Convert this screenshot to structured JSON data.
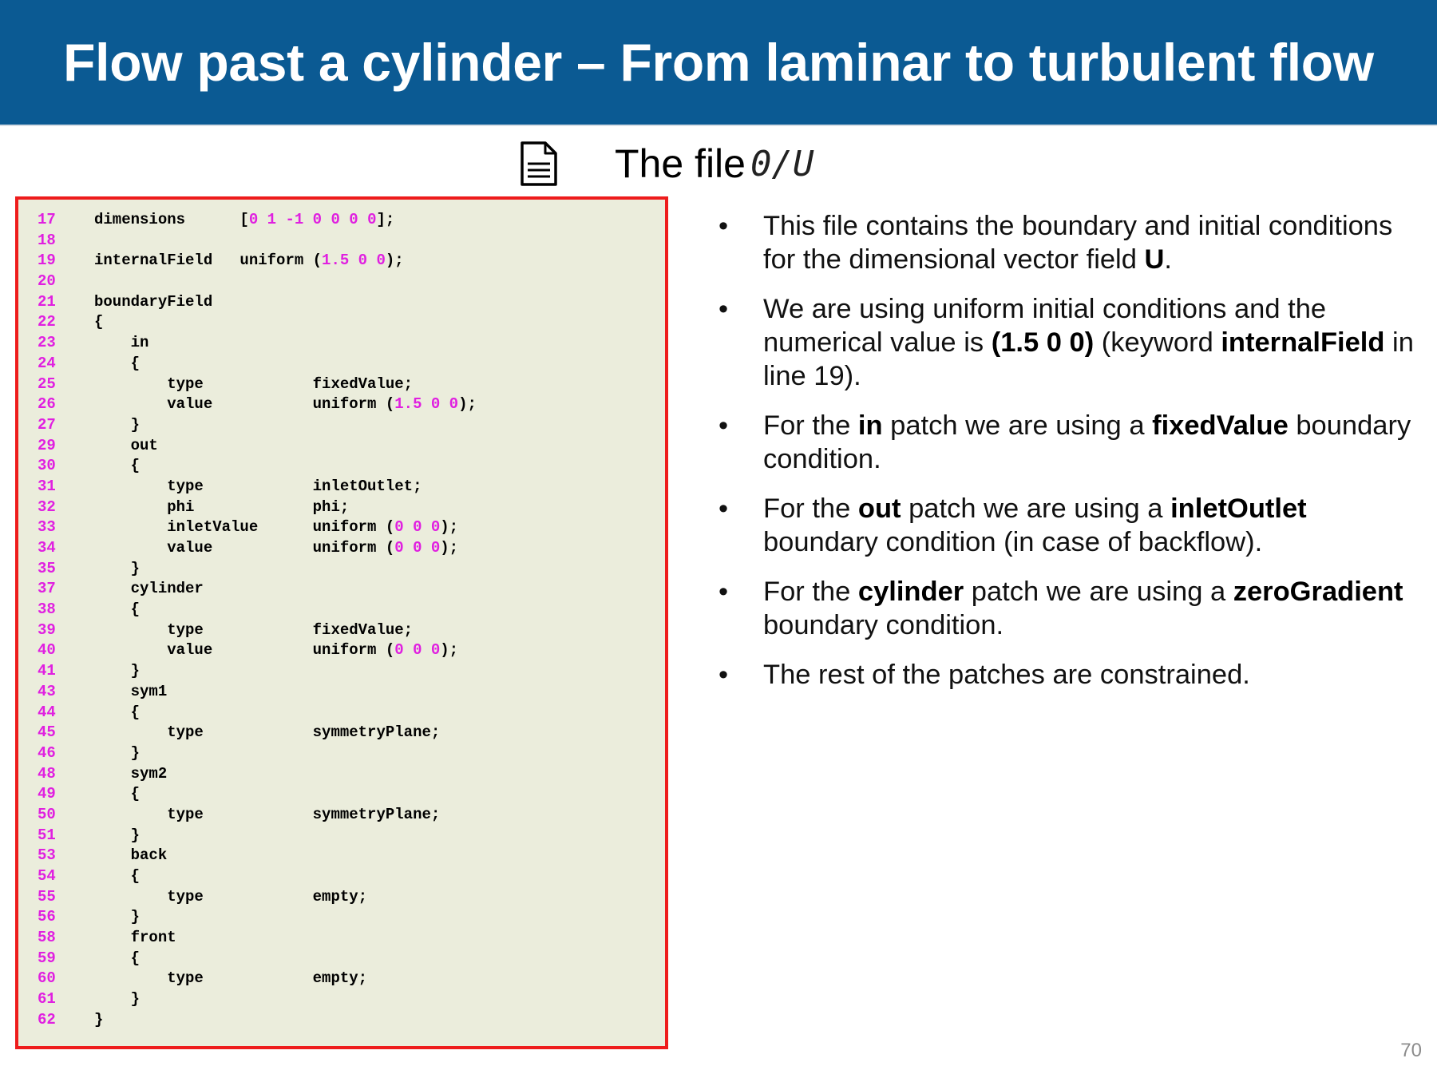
{
  "slide": {
    "title": "Flow past a cylinder – From laminar to turbulent flow",
    "file_heading": "The file",
    "file_path": "0/U",
    "page_number": "70"
  },
  "colors": {
    "title_bar": "#0b5a93",
    "code_background": "#ebeddc",
    "code_border": "#ee1c1c",
    "highlight": "#e020e0"
  },
  "icon": "document-icon",
  "code_lines": [
    {
      "n": "17",
      "parts": [
        {
          "t": "dimensions      ["
        },
        {
          "t": "0 1 -1 0 0 0 0",
          "c": "num"
        },
        {
          "t": "];"
        }
      ]
    },
    {
      "n": "18",
      "parts": []
    },
    {
      "n": "19",
      "parts": [
        {
          "t": "internalField   uniform ("
        },
        {
          "t": "1.5 0 0",
          "c": "num"
        },
        {
          "t": ");"
        }
      ]
    },
    {
      "n": "20",
      "parts": []
    },
    {
      "n": "21",
      "parts": [
        {
          "t": "boundaryField"
        }
      ]
    },
    {
      "n": "22",
      "parts": [
        {
          "t": "{"
        }
      ]
    },
    {
      "n": "23",
      "parts": [
        {
          "t": "    in"
        }
      ]
    },
    {
      "n": "24",
      "parts": [
        {
          "t": "    {"
        }
      ]
    },
    {
      "n": "25",
      "parts": [
        {
          "t": "        type            fixedValue;"
        }
      ]
    },
    {
      "n": "26",
      "parts": [
        {
          "t": "        value           uniform ("
        },
        {
          "t": "1.5 0 0",
          "c": "num"
        },
        {
          "t": ");"
        }
      ]
    },
    {
      "n": "27",
      "parts": [
        {
          "t": "    }"
        }
      ]
    },
    {
      "n": "29",
      "parts": [
        {
          "t": "    out"
        }
      ]
    },
    {
      "n": "30",
      "parts": [
        {
          "t": "    {"
        }
      ]
    },
    {
      "n": "31",
      "parts": [
        {
          "t": "        type            inletOutlet;"
        }
      ]
    },
    {
      "n": "32",
      "parts": [
        {
          "t": "        phi             phi;"
        }
      ]
    },
    {
      "n": "33",
      "parts": [
        {
          "t": "        inletValue      uniform ("
        },
        {
          "t": "0 0 0",
          "c": "num"
        },
        {
          "t": ");"
        }
      ]
    },
    {
      "n": "34",
      "parts": [
        {
          "t": "        value           uniform ("
        },
        {
          "t": "0 0 0",
          "c": "num"
        },
        {
          "t": ");"
        }
      ]
    },
    {
      "n": "35",
      "parts": [
        {
          "t": "    }"
        }
      ]
    },
    {
      "n": "37",
      "parts": [
        {
          "t": "    cylinder"
        }
      ]
    },
    {
      "n": "38",
      "parts": [
        {
          "t": "    {"
        }
      ]
    },
    {
      "n": "39",
      "parts": [
        {
          "t": "        type            fixedValue;"
        }
      ]
    },
    {
      "n": "40",
      "parts": [
        {
          "t": "        value           uniform ("
        },
        {
          "t": "0 0 0",
          "c": "num"
        },
        {
          "t": ");"
        }
      ]
    },
    {
      "n": "41",
      "parts": [
        {
          "t": "    }"
        }
      ]
    },
    {
      "n": "43",
      "parts": [
        {
          "t": "    sym1"
        }
      ]
    },
    {
      "n": "44",
      "parts": [
        {
          "t": "    {"
        }
      ]
    },
    {
      "n": "45",
      "parts": [
        {
          "t": "        type            symmetryPlane;"
        }
      ]
    },
    {
      "n": "46",
      "parts": [
        {
          "t": "    }"
        }
      ]
    },
    {
      "n": "48",
      "parts": [
        {
          "t": "    sym2"
        }
      ]
    },
    {
      "n": "49",
      "parts": [
        {
          "t": "    {"
        }
      ]
    },
    {
      "n": "50",
      "parts": [
        {
          "t": "        type            symmetryPlane;"
        }
      ]
    },
    {
      "n": "51",
      "parts": [
        {
          "t": "    }"
        }
      ]
    },
    {
      "n": "53",
      "parts": [
        {
          "t": "    back"
        }
      ]
    },
    {
      "n": "54",
      "parts": [
        {
          "t": "    {"
        }
      ]
    },
    {
      "n": "55",
      "parts": [
        {
          "t": "        type            empty;"
        }
      ]
    },
    {
      "n": "56",
      "parts": [
        {
          "t": "    }"
        }
      ]
    },
    {
      "n": "58",
      "parts": [
        {
          "t": "    front"
        }
      ]
    },
    {
      "n": "59",
      "parts": [
        {
          "t": "    {"
        }
      ]
    },
    {
      "n": "60",
      "parts": [
        {
          "t": "        type            empty;"
        }
      ]
    },
    {
      "n": "61",
      "parts": [
        {
          "t": "    }"
        }
      ]
    },
    {
      "n": "62",
      "parts": [
        {
          "t": "}"
        }
      ]
    }
  ],
  "bullets": [
    [
      {
        "t": "This file contains the boundary and initial conditions for the dimensional vector field "
      },
      {
        "t": "U",
        "s": "b"
      },
      {
        "t": "."
      }
    ],
    [
      {
        "t": "We are using uniform initial conditions and the numerical value is "
      },
      {
        "t": "(",
        "s": "b"
      },
      {
        "t": "1.5 0 0",
        "s": "bm"
      },
      {
        "t": ")",
        "s": "b"
      },
      {
        "t": " (keyword "
      },
      {
        "t": "internalField",
        "s": "b"
      },
      {
        "t": " in line 19)."
      }
    ],
    [
      {
        "t": "For the "
      },
      {
        "t": "in",
        "s": "b"
      },
      {
        "t": " patch we are using a "
      },
      {
        "t": "fixedValue",
        "s": "b"
      },
      {
        "t": " boundary condition."
      }
    ],
    [
      {
        "t": "For the "
      },
      {
        "t": "out",
        "s": "b"
      },
      {
        "t": " patch we are using a "
      },
      {
        "t": "inletOutlet",
        "s": "b"
      },
      {
        "t": " boundary condition (in case of backflow)."
      }
    ],
    [
      {
        "t": "For the "
      },
      {
        "t": "cylinder",
        "s": "b"
      },
      {
        "t": " patch we are using a "
      },
      {
        "t": "zeroGradient",
        "s": "b"
      },
      {
        "t": " boundary condition."
      }
    ],
    [
      {
        "t": "The rest of the patches are constrained."
      }
    ]
  ],
  "bullet_marker": "•"
}
